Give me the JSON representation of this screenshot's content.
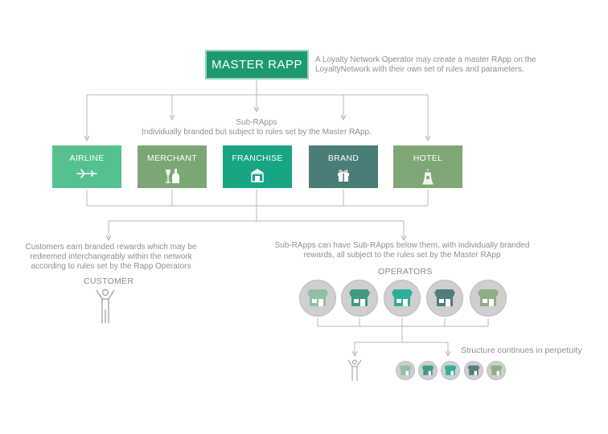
{
  "master": {
    "label": "MASTER RAPP",
    "note": "A Loyalty Network Operator may create a master RApp on the LoyaltyNetwork with their own set of rules and parameters."
  },
  "subrapps": {
    "title": "Sub-RApps",
    "subtitle": "Individually branded but subject to rules set by the Master RApp."
  },
  "boxes": [
    {
      "label": "AIRLINE",
      "color": "#55c18f",
      "icon": "airplane-icon"
    },
    {
      "label": "MERCHANT",
      "color": "#7ba774",
      "icon": "wine-bottle-icon"
    },
    {
      "label": "FRANCHISE",
      "color": "#17a584",
      "icon": "storefront-icon"
    },
    {
      "label": "BRAND",
      "color": "#4a7d78",
      "icon": "gift-icon"
    },
    {
      "label": "HOTEL",
      "color": "#7fa776",
      "icon": "hotel-bell-icon"
    }
  ],
  "customers": {
    "text": "Customers earn branded rewards which may be redeemed interchangeably within the network according to rules set by the Rapp Operators",
    "label": "CUSTOMER"
  },
  "operators": {
    "text": "Sub-RApps can have Sub-RApps below them, with individually branded rewards, all subject to the rules set by the Master RApp",
    "label": "OPERATORS",
    "shop_colors": [
      "#8fc0a3",
      "#3f9a84",
      "#2fae97",
      "#4f7d79",
      "#8fae84"
    ]
  },
  "continues": "Structure continues in perpetuity"
}
